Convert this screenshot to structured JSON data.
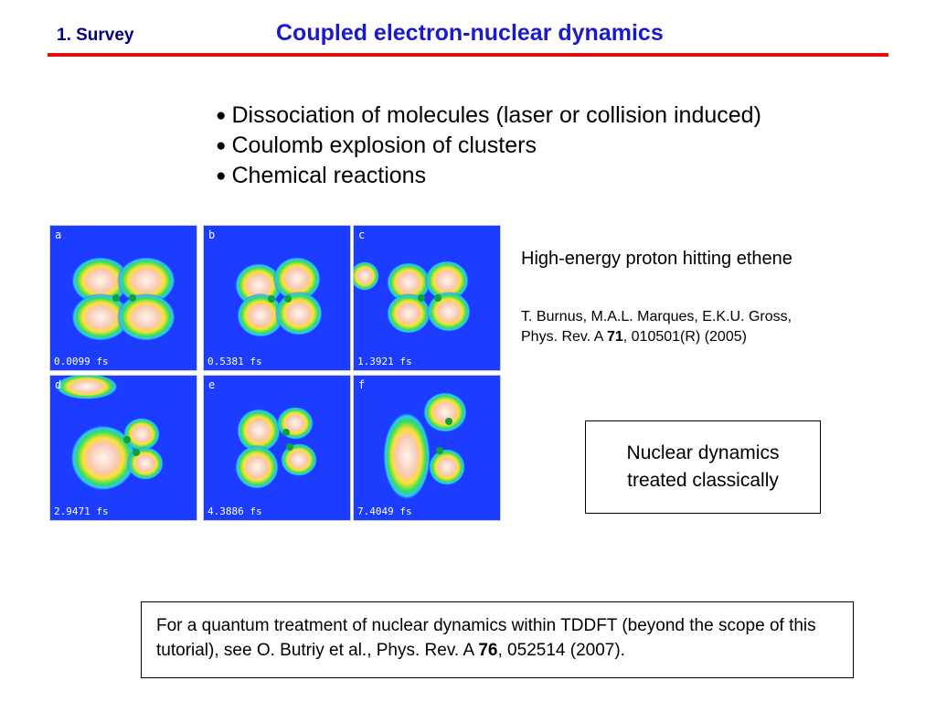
{
  "header": {
    "section": "1. Survey",
    "title": "Coupled electron-nuclear dynamics"
  },
  "bullets": [
    "Dissociation of molecules (laser or collision induced)",
    "Coulomb explosion of clusters",
    "Chemical reactions"
  ],
  "bullet_glyph": "●",
  "figure": {
    "frames": [
      {
        "letter": "a",
        "time": "0.0099 fs"
      },
      {
        "letter": "b",
        "time": "0.5381 fs"
      },
      {
        "letter": "c",
        "time": "1.3921 fs"
      },
      {
        "letter": "d",
        "time": "2.9471 fs"
      },
      {
        "letter": "e",
        "time": "4.3886 fs"
      },
      {
        "letter": "f",
        "time": "7.4049 fs"
      }
    ]
  },
  "caption": {
    "title": "High-energy proton hitting ethene",
    "ref_authors": "T. Burnus, M.A.L. Marques, E.K.U. Gross,",
    "ref_journal": "Phys. Rev. A ",
    "ref_volume": "71",
    "ref_rest": ", 010501(R) (2005)"
  },
  "classical_box": {
    "line1": "Nuclear dynamics",
    "line2": "treated classically"
  },
  "quantum_box": {
    "text_before": "For a quantum treatment of nuclear dynamics within TDDFT (beyond the scope of this tutorial), see O. Butriy et al., Phys. Rev. A ",
    "volume": "76",
    "text_after": ", 052514 (2007)."
  },
  "colors": {
    "title": "#1a1acc",
    "rule": "#e01010",
    "density_background": "#1c3cff"
  }
}
